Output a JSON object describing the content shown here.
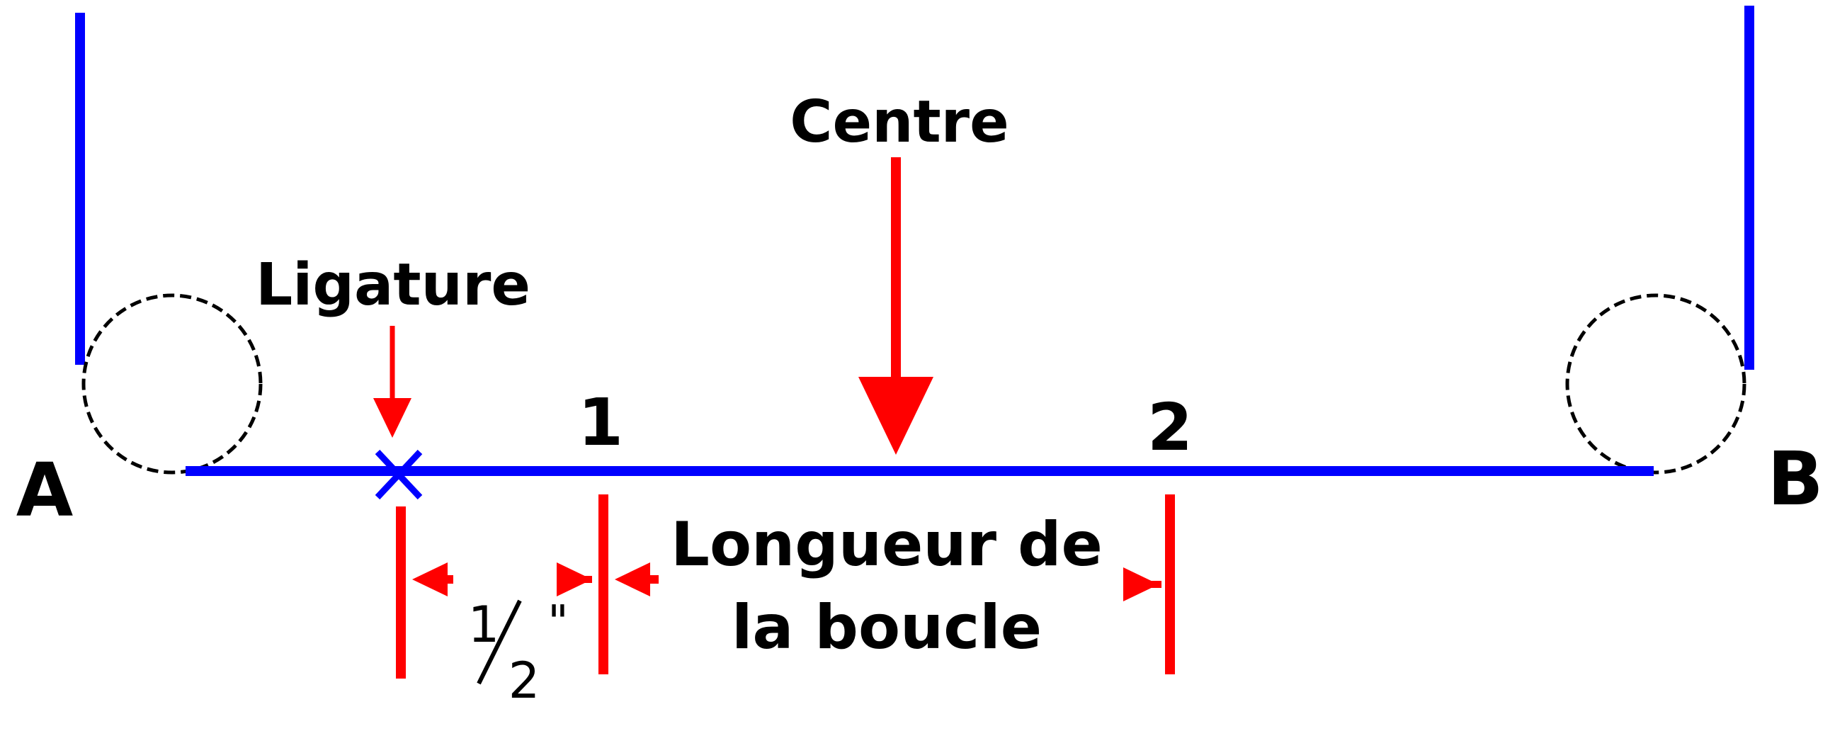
{
  "labels": {
    "centre": "Centre",
    "ligature": "Ligature",
    "point_a": "A",
    "point_b": "B",
    "mark_1": "1",
    "mark_2": "2",
    "loop_length_line1": "Longueur de",
    "loop_length_line2": "la boucle",
    "half_inch_numerator": "1",
    "half_inch_denominator": "2",
    "half_inch_unit": "\""
  },
  "colors": {
    "line": "#0000ff",
    "marker": "#ff0000",
    "text": "#000000",
    "background": "#ffffff"
  },
  "icons": {
    "ligature_mark": "x-mark-icon"
  }
}
